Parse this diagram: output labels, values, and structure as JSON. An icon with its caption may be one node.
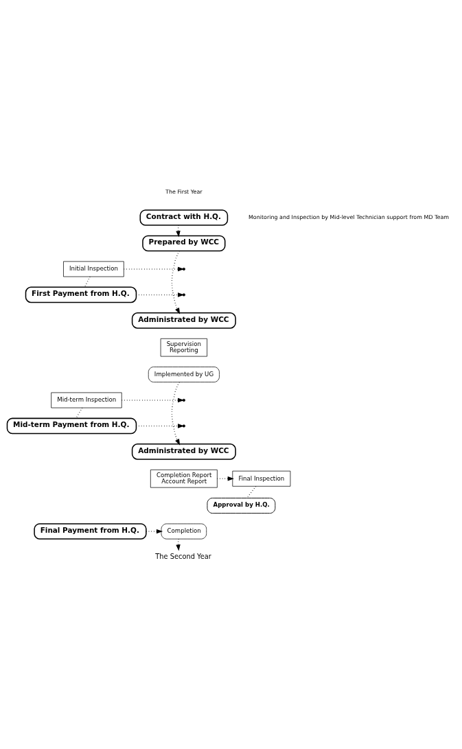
{
  "diagram": {
    "nodes": [
      {
        "text": [
          "Contract with H.Q."
        ]
      },
      {
        "text": [
          "Prepared by WCC"
        ]
      },
      {
        "text": [
          "Initial Inspection"
        ]
      },
      {
        "text": [
          "First Payment from H.Q."
        ]
      },
      {
        "text": [
          "Administrated by WCC"
        ]
      },
      {
        "text": [
          "Supervision",
          "Reporting"
        ]
      },
      {
        "text": [
          "Implemented by UG"
        ]
      },
      {
        "text": [
          "Mid-term Inspection"
        ]
      },
      {
        "text": [
          "Mid-term Payment from H.Q."
        ]
      },
      {
        "text": [
          "Administrated by WCC"
        ]
      },
      {
        "text": [
          "Completion Report",
          "Account Report"
        ]
      },
      {
        "text": [
          "Final Inspection"
        ]
      },
      {
        "text": [
          "Approval by H.Q."
        ]
      },
      {
        "text": [
          "Final Payment from H.Q."
        ]
      },
      {
        "text": [
          "Completion"
        ]
      },
      {
        "text": [
          "The Second Year"
        ]
      }
    ],
    "edges": [
      {
        "from": 0,
        "to": 1,
        "arrow": "to"
      },
      {
        "from": 1,
        "to": 4,
        "arrow": "to"
      },
      {
        "from": 2,
        "to": null,
        "arrow": "to"
      },
      {
        "from": 2,
        "to": 3,
        "arrow": "none"
      },
      {
        "from": 3,
        "to": null,
        "arrow": "to"
      },
      {
        "from": 6,
        "to": 9,
        "arrow": "to"
      },
      {
        "from": 7,
        "to": null,
        "arrow": "to"
      },
      {
        "from": 7,
        "to": 8,
        "arrow": "none"
      },
      {
        "from": 8,
        "to": null,
        "arrow": "to"
      },
      {
        "from": 10,
        "to": 11,
        "arrow": "to"
      },
      {
        "from": 11,
        "to": 12,
        "arrow": "none"
      },
      {
        "from": 13,
        "to": 14,
        "arrow": "to"
      },
      {
        "from": 14,
        "to": 15,
        "arrow": "to"
      }
    ],
    "labels": [
      "The First Year",
      "Monitoring and Inspection by Mid-level Technician support from MD Team"
    ]
  }
}
